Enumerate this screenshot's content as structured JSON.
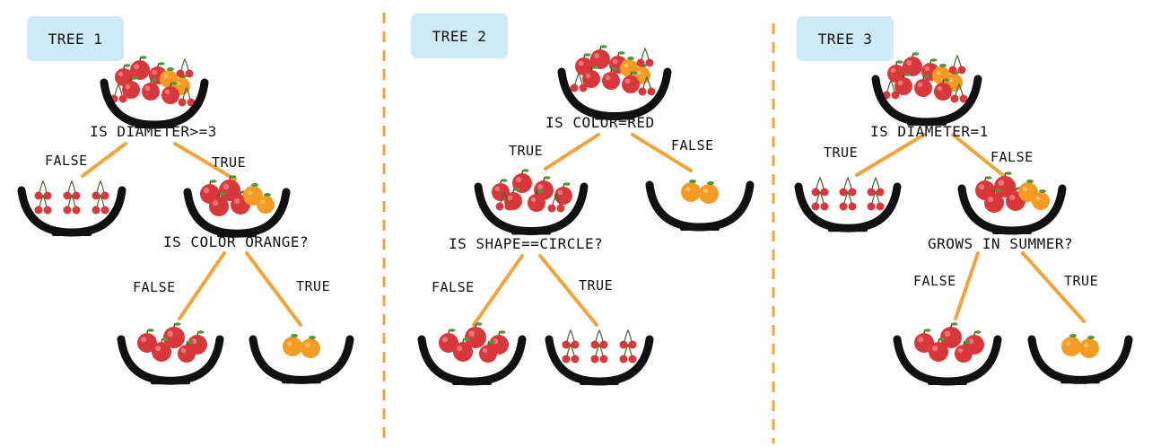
{
  "colors": {
    "background": "#ffffff",
    "badge": "#cdeaf7",
    "bowl": "#111111",
    "edge": "#f2a33a",
    "divider": "#f2a33a",
    "apple": "#d8383c",
    "orange": "#f59a22",
    "leaf": "#4a9a3a"
  },
  "trees": [
    {
      "title": "TREE 1",
      "root_question": "IS DIAMETER>=3",
      "left_branch": "FALSE",
      "right_branch": "TRUE",
      "sub_question": "IS COLOR ORANGE?",
      "sub_left_branch": "FALSE",
      "sub_right_branch": "TRUE",
      "bowls": {
        "root": "mixed-fruit",
        "left": "cherries",
        "right": "apples-oranges",
        "sub_left": "apples",
        "sub_right": "oranges"
      }
    },
    {
      "title": "TREE 2",
      "root_question": "IS COLOR=RED",
      "left_branch": "TRUE",
      "right_branch": "FALSE",
      "sub_question": "IS SHAPE==CIRCLE?",
      "sub_left_branch": "FALSE",
      "sub_right_branch": "TRUE",
      "bowls": {
        "root": "mixed-fruit",
        "left": "apples-cherries",
        "right": "oranges",
        "sub_left": "apples",
        "sub_right": "cherries"
      }
    },
    {
      "title": "TREE 3",
      "root_question": "IS DIAMETER=1",
      "left_branch": "TRUE",
      "right_branch": "FALSE",
      "sub_question": "GROWS IN SUMMER?",
      "sub_left_branch": "FALSE",
      "sub_right_branch": "TRUE",
      "bowls": {
        "root": "mixed-fruit",
        "left": "cherries",
        "right": "apples-oranges",
        "sub_left": "apples",
        "sub_right": "oranges"
      }
    }
  ]
}
